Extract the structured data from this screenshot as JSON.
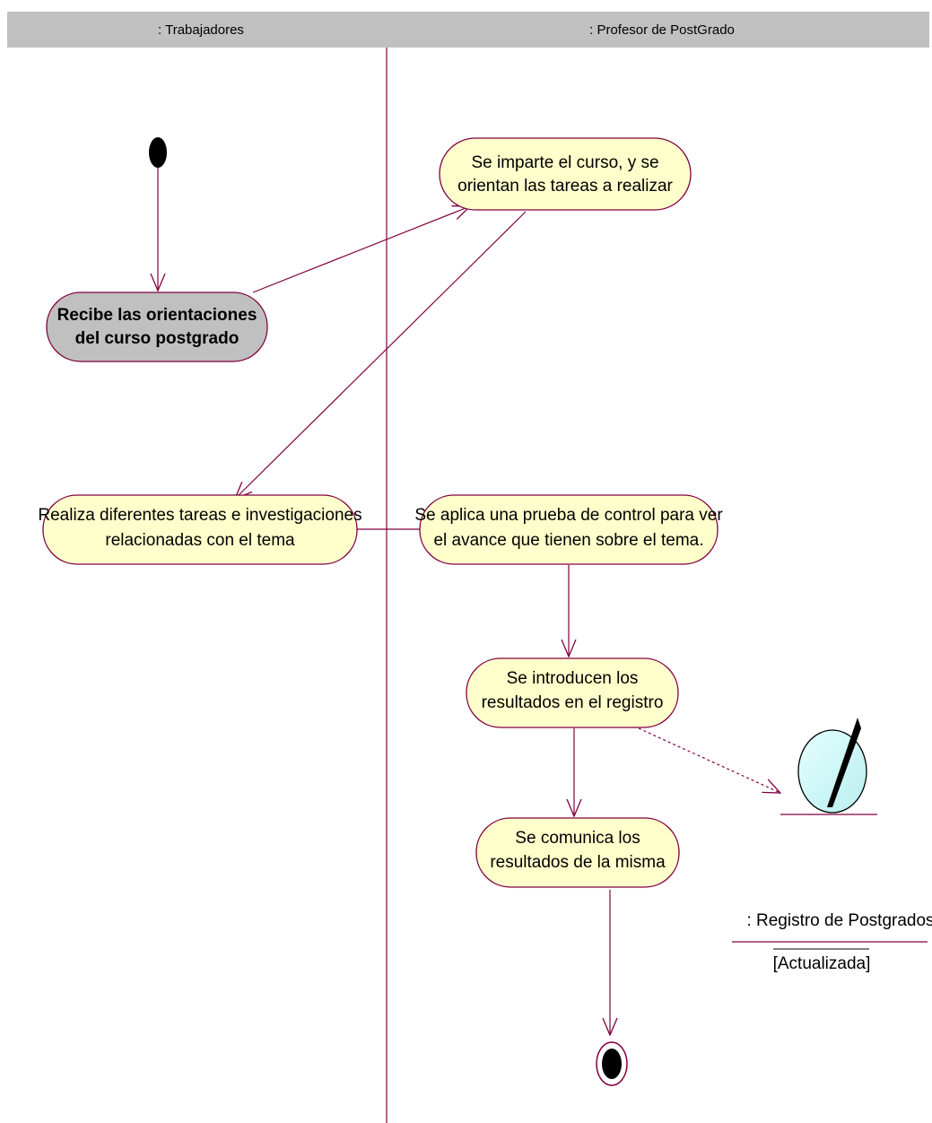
{
  "swimlanes": [
    {
      "label": ": Trabajadores"
    },
    {
      "label": ": Profesor de PostGrado"
    }
  ],
  "activities": [
    {
      "id": "imparte",
      "lines": [
        "Se imparte el curso, y se",
        "orientan las tareas a realizar"
      ]
    },
    {
      "id": "recibe",
      "lines": [
        "Recibe las orientaciones",
        "del curso postgrado"
      ]
    },
    {
      "id": "realiza",
      "lines": [
        "Realiza diferentes tareas e investigaciones",
        "relacionadas con el tema"
      ]
    },
    {
      "id": "aplica",
      "lines": [
        "Se aplica una prueba de control para ver",
        "el avance que tienen sobre  el tema."
      ]
    },
    {
      "id": "introducen",
      "lines": [
        "Se introducen los",
        "resultados en el registro"
      ]
    },
    {
      "id": "comunica",
      "lines": [
        "Se comunica los",
        "resultados de la misma"
      ]
    }
  ],
  "object": {
    "name": ": Registro de Postgrados",
    "state": "[Actualizada]"
  },
  "colors": {
    "activity_fill": "#ffffcc",
    "activity_selected_fill": "#c0c0c0",
    "border": "#800040",
    "lane_header": "#c0c0c0",
    "object_fill": "#ccffff"
  }
}
